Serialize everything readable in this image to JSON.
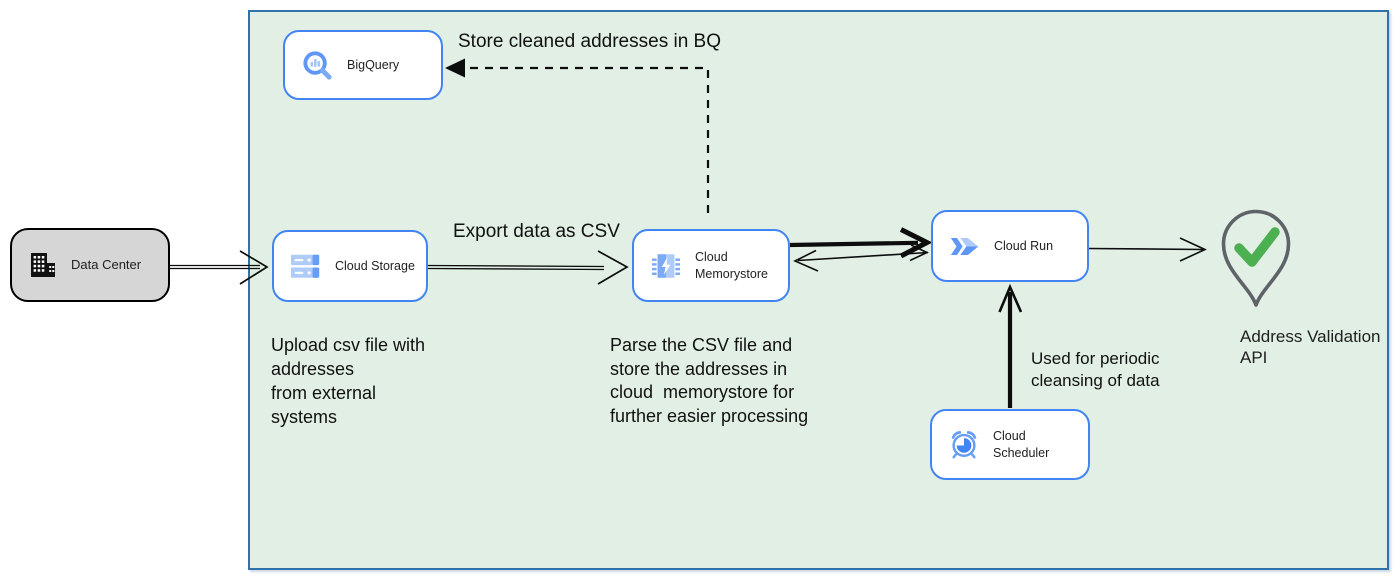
{
  "colors": {
    "accent_blue": "#4284f3",
    "boundary_fill": "#e1efe5",
    "boundary_border": "#3272ab",
    "external_node_fill": "#d6d6d6",
    "edge_black": "#0d0d0d",
    "check_green": "#4caf50",
    "pin_gray": "#5f6368",
    "icon_blue_light": "#aecbfa",
    "icon_blue_mid": "#7baaf7",
    "icon_blue": "#4285f4"
  },
  "nodes": {
    "data_center": {
      "label": "Data Center",
      "icon": "building-icon"
    },
    "bigquery": {
      "label": "BigQuery",
      "icon": "bigquery-icon"
    },
    "cloud_storage": {
      "label": "Cloud Storage",
      "icon": "cloud-storage-icon"
    },
    "cloud_memorystore": {
      "label": "Cloud\nMemorystore",
      "icon": "memorystore-chip-icon"
    },
    "cloud_run": {
      "label": "Cloud Run",
      "icon": "cloud-run-icon"
    },
    "cloud_scheduler": {
      "label": "Cloud Scheduler",
      "icon": "scheduler-clock-icon"
    },
    "address_validation": {
      "label": "Address Validation\nAPI",
      "icon": "location-pin-check-icon"
    }
  },
  "annotations": {
    "store_bq": "Store cleaned addresses in BQ",
    "export_csv": "Export data as CSV",
    "upload_note": "Upload csv file with\naddresses\nfrom external\nsystems",
    "parse_note": "Parse the CSV file and\nstore the addresses in\ncloud  memorystore for\nfurther easier processing",
    "periodic_note": "Used for periodic\ncleansing of data"
  }
}
